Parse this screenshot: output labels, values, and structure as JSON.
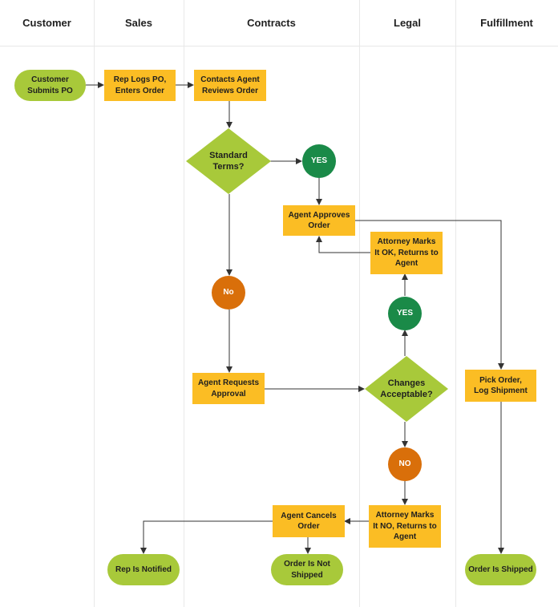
{
  "lanes": {
    "customer": "Customer",
    "sales": "Sales",
    "contracts": "Contracts",
    "legal": "Legal",
    "fulfillment": "Fulfillment"
  },
  "nodes": {
    "customer_submits_po": "Customer\nSubmits PO",
    "rep_logs_po": "Rep Logs PO,\nEnters Order",
    "contacts_agent": "Contacts Agent\nReviews Order",
    "standard_terms": "Standard\nTerms?",
    "yes_1": "YES",
    "agent_approves": "Agent Approves\nOrder",
    "attorney_marks_ok": "Attorney Marks\nIt OK, Returns to\nAgent",
    "yes_2": "YES",
    "no_1": "No",
    "agent_requests": "Agent Requests\nApproval",
    "changes_acceptable": "Changes\nAcceptable?",
    "pick_order": "Pick Order,\nLog Shipment",
    "no_2": "NO",
    "agent_cancels": "Agent Cancels\nOrder",
    "attorney_marks_no": "Attorney Marks\nIt NO, Returns to\nAgent",
    "rep_notified": "Rep Is Notified",
    "order_not_shipped": "Order Is Not\nShipped",
    "order_shipped": "Order Is Shipped"
  },
  "colors": {
    "process": "#fbbd24",
    "terminal": "#a8c93a",
    "decision": "#a8c93a",
    "yes": "#1a8a48",
    "no": "#d96f0a",
    "line": "#333333"
  }
}
